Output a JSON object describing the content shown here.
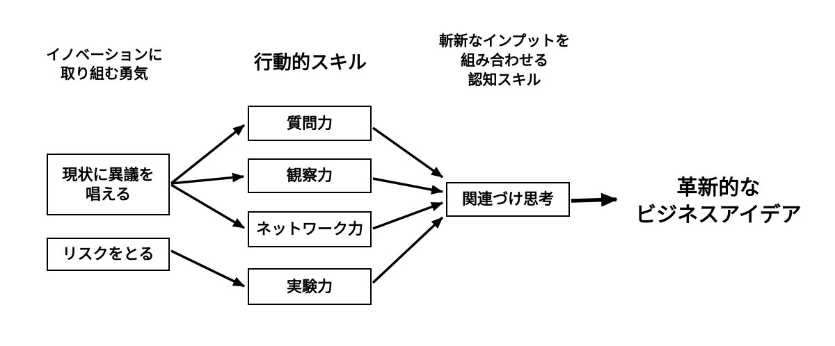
{
  "diagram": {
    "headers": {
      "courage": "イノベーションに\n取り組む勇気",
      "behavioral": "行動的スキル",
      "cognitive": "斬新なインプットを\n組み合わせる\n認知スキル"
    },
    "nodes": {
      "challenge": {
        "label": "現状に異議を\n唱える"
      },
      "risk": {
        "label": "リスクをとる"
      },
      "questioning": {
        "label": "質問力"
      },
      "observing": {
        "label": "観察力"
      },
      "networking": {
        "label": "ネットワーク力"
      },
      "experimenting": {
        "label": "実験力"
      },
      "associating": {
        "label": "関連づけ思考"
      },
      "outcome": {
        "label": "革新的な\nビジネスアイデア"
      }
    },
    "edges": [
      {
        "from": "challenge",
        "to": "questioning"
      },
      {
        "from": "challenge",
        "to": "observing"
      },
      {
        "from": "challenge",
        "to": "networking"
      },
      {
        "from": "risk",
        "to": "experimenting"
      },
      {
        "from": "questioning",
        "to": "associating"
      },
      {
        "from": "observing",
        "to": "associating"
      },
      {
        "from": "networking",
        "to": "associating"
      },
      {
        "from": "experimenting",
        "to": "associating"
      },
      {
        "from": "associating",
        "to": "outcome",
        "emphasis": true
      }
    ],
    "colors": {
      "line": "#000000",
      "box_border": "#000000",
      "text": "#000000",
      "background": "#ffffff"
    }
  }
}
